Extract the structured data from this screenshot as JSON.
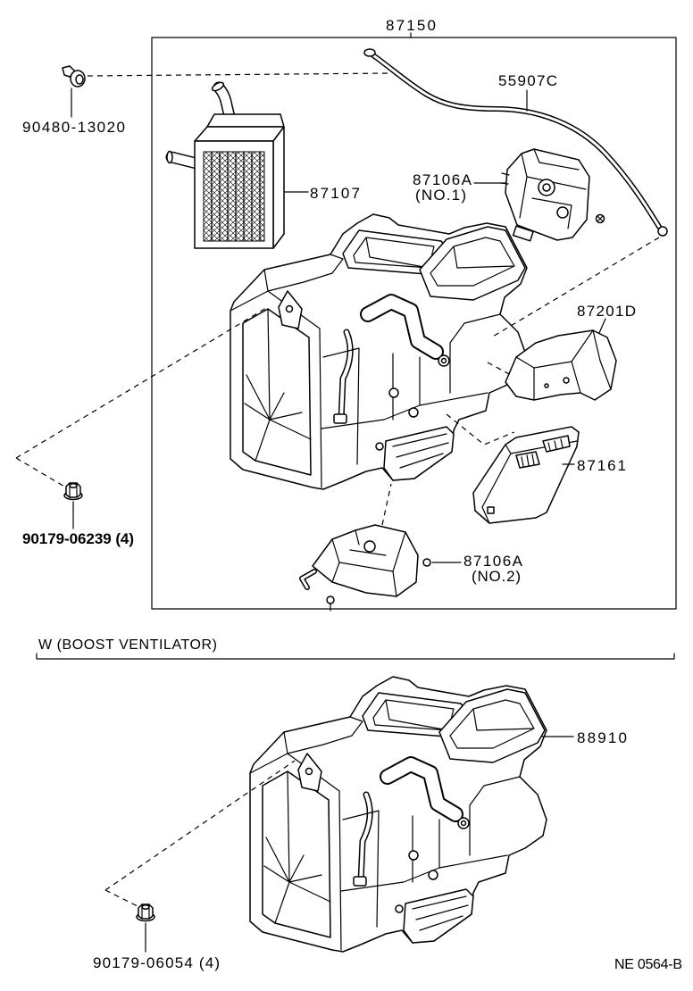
{
  "colors": {
    "ink": "#000000",
    "paper": "#ffffff"
  },
  "diagram": {
    "assembly_part_number": "87150",
    "callouts": {
      "cable": "55907C",
      "clip": "90480-13020",
      "radiator": "87107",
      "servo_no1": {
        "part_number": "87106A",
        "position": "(NO.1)"
      },
      "duct": "87201D",
      "amplifier": "87161",
      "nut": "90179-06239 (4)",
      "servo_no2": {
        "part_number": "87106A",
        "position": "(NO.2)"
      }
    },
    "variant": {
      "heading": "W (BOOST VENTILATOR)",
      "case": "88910",
      "nut": "90179-06054 (4)"
    },
    "figure_code": "NE 0564-B"
  }
}
